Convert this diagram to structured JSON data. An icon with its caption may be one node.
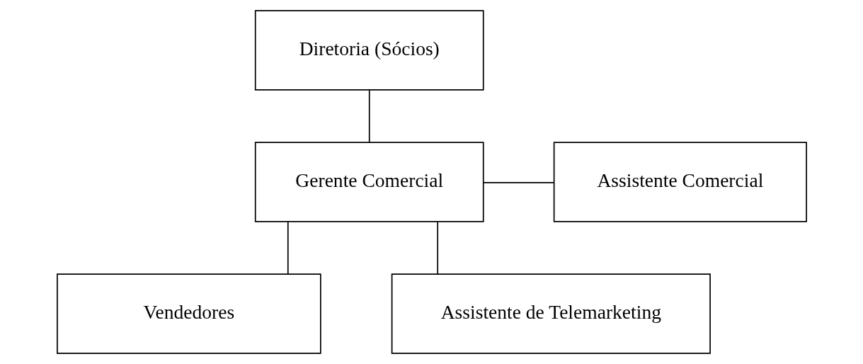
{
  "diagram": {
    "nodes": [
      {
        "text": [
          "Diretoria (Sócios)"
        ]
      },
      {
        "text": [
          "Gerente Comercial"
        ]
      },
      {
        "text": [
          "Assistente Comercial"
        ]
      },
      {
        "text": [
          "Vendedores"
        ]
      },
      {
        "text": [
          "Assistente de Telemarketing"
        ]
      }
    ],
    "edges": [
      {
        "from": 0,
        "to": 1,
        "arrow": "none"
      },
      {
        "from": 1,
        "to": 2,
        "arrow": "none"
      },
      {
        "from": 1,
        "to": 3,
        "arrow": "none"
      },
      {
        "from": 1,
        "to": 4,
        "arrow": "none"
      }
    ]
  }
}
